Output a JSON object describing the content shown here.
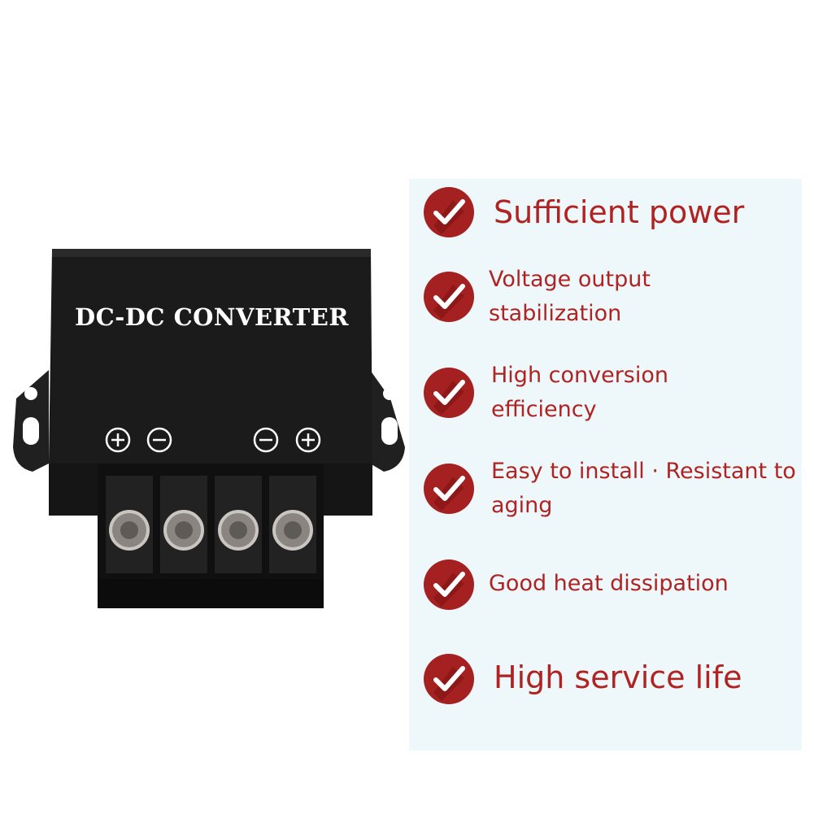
{
  "product": {
    "label": "DC-DC CONVERTER",
    "terminal_symbols": [
      "⊕",
      "⊖",
      "⊖",
      "⊕"
    ]
  },
  "colors": {
    "accent": "#b02323",
    "panel_bg": "#eef7fa",
    "device_body": "#1b1b1b"
  },
  "features": [
    {
      "lines": [
        "Sufficient power"
      ],
      "icon": "check-circle-icon"
    },
    {
      "lines": [
        "Voltage output",
        "stabilization"
      ],
      "icon": "check-circle-icon"
    },
    {
      "lines": [
        "High conversion",
        "efficiency"
      ],
      "icon": "check-circle-icon"
    },
    {
      "lines": [
        "Easy to install · Resistant to",
        "aging"
      ],
      "icon": "check-circle-icon"
    },
    {
      "lines": [
        "Good heat dissipation"
      ],
      "icon": "check-circle-icon"
    },
    {
      "lines": [
        "High service life"
      ],
      "icon": "check-circle-icon"
    }
  ]
}
